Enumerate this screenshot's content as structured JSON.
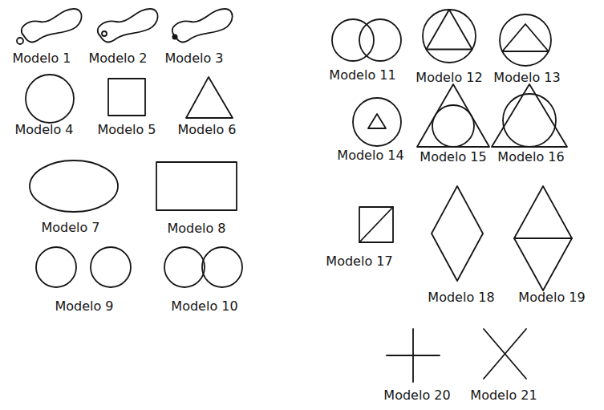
{
  "diagram": {
    "labels": [
      "Modelo 1",
      "Modelo 2",
      "Modelo 3",
      "Modelo 11",
      "Modelo 12",
      "Modelo 13",
      "Modelo 4",
      "Modelo 5",
      "Modelo 6",
      "Modelo 14",
      "Modelo 15",
      "Modelo 16",
      "Modelo 7",
      "Modelo 8",
      "Modelo 17",
      "Modelo 18",
      "Modelo 19",
      "Modelo 9",
      "Modelo 10",
      "Modelo 20",
      "Modelo 21"
    ]
  }
}
